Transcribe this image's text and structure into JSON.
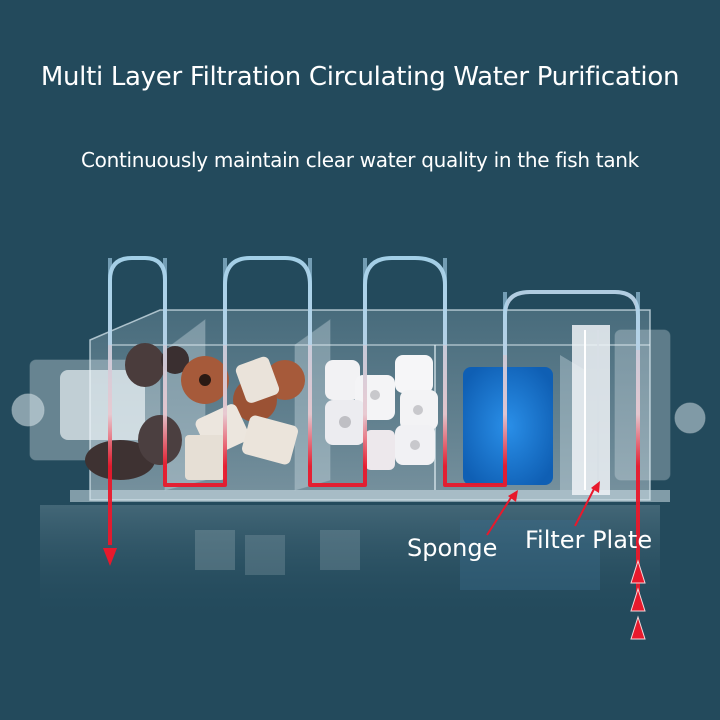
{
  "header": {
    "title": "Multi Layer Filtration Circulating Water Purification",
    "subtitle": "Continuously maintain clear water quality in the fish tank"
  },
  "product": {
    "name": "Multi-chamber aquarium filter box",
    "chambers": [
      {
        "content": "filter cotton cartridge + lava rock"
      },
      {
        "content": "bio ceramic rings (brown and white)"
      },
      {
        "content": "white ceramic hexagonal rings"
      },
      {
        "content": "blue sponge"
      },
      {
        "content": "filter plate"
      }
    ]
  },
  "callouts": [
    {
      "id": "sponge",
      "label": "Sponge"
    },
    {
      "id": "filter-plate",
      "label": "Filter Plate"
    }
  ],
  "colors": {
    "background": "#234a5c",
    "flow_arrow": "#e8192c",
    "tube": "#a9d6ee",
    "sponge": "#1c7fd6"
  }
}
